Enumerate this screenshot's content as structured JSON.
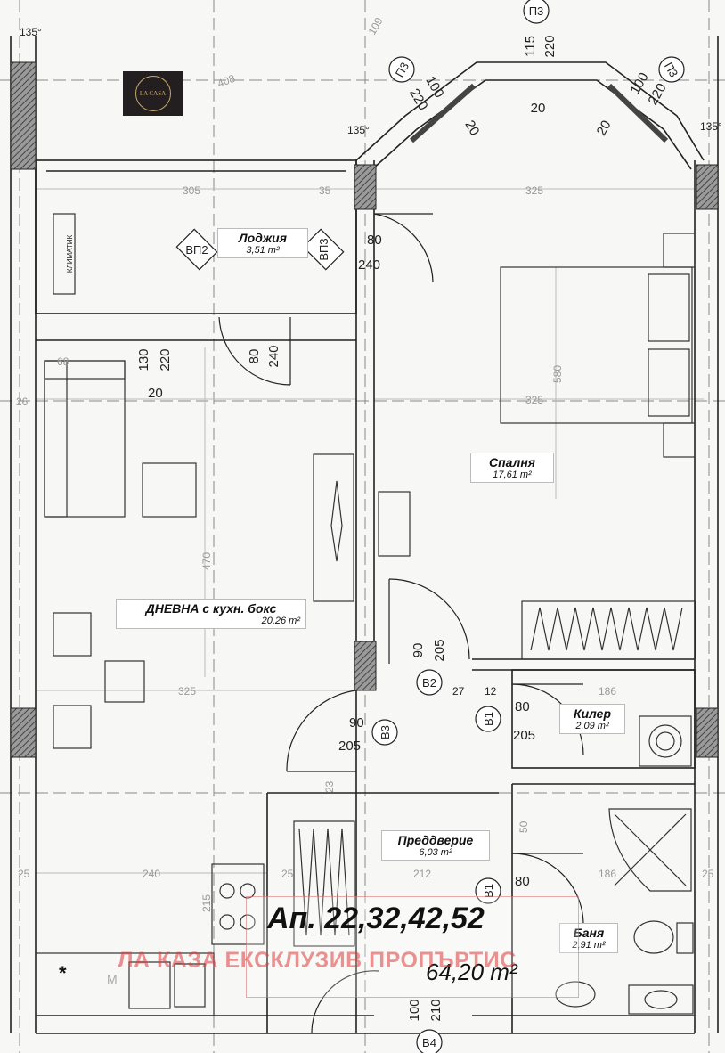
{
  "logo": {
    "text": "LA CASA"
  },
  "apartment": {
    "title": "Ап. 22,32,42,52",
    "total_area": "64,20 m²",
    "watermark": "ЛА КАЗА ЕКСКЛУЗИВ ПРОПЪРТИС"
  },
  "rooms": {
    "loggia": {
      "name": "Лоджия",
      "area": "3,51 m²"
    },
    "bedroom": {
      "name": "Спалня",
      "area": "17,61 m²"
    },
    "living": {
      "name": "ДНЕВНА с кухн. бокс",
      "area": "20,26 m²"
    },
    "closet": {
      "name": "Килер",
      "area": "2,09 m²"
    },
    "hall": {
      "name": "Преддверие",
      "area": "6,03 m²"
    },
    "bath": {
      "name": "Баня",
      "area": "2,91 m²"
    }
  },
  "tags": {
    "p3_top": "П3",
    "p3_left": "П3",
    "p3_right": "П3",
    "vp2": "ВП2",
    "vp3": "ВП3",
    "v2": "В2",
    "v3": "В3",
    "v1a": "В1",
    "v1b": "В1",
    "v4": "В4",
    "klimatik": "КЛИМАТИК"
  },
  "dims": {
    "angle": "135°",
    "w115": "115",
    "h220": "220",
    "d20": "20",
    "d100": "100",
    "d80": "80",
    "d240": "240",
    "d130": "130",
    "d90": "90",
    "d205": "205",
    "d210": "210",
    "d27": "27",
    "d12": "12"
  },
  "faint": {
    "d305": "305",
    "d35": "35",
    "d325": "325",
    "d408": "408",
    "d109": "109",
    "d470": "470",
    "d580": "580",
    "d240b": "240",
    "d212": "212",
    "d186": "186",
    "d25": "25",
    "d68": "68",
    "d50": "50",
    "d215": "215",
    "d23": "23",
    "d26": "26"
  },
  "symbols": {
    "star": "*",
    "m": "M"
  }
}
